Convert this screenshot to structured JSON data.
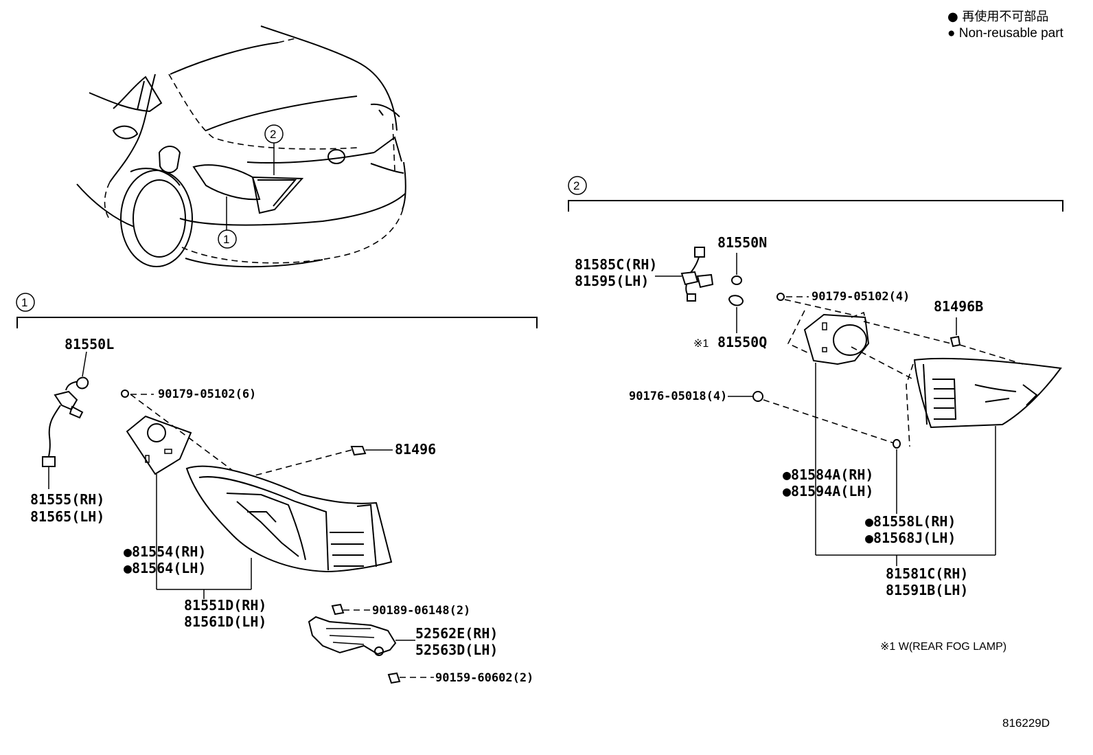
{
  "legend": {
    "jp": "● 再使用不可部品",
    "en": "● Non-reusable part"
  },
  "drawing_code": "816229D",
  "footnote": "※1 W(REAR FOG LAMP)",
  "callouts": {
    "one": "1",
    "two": "2"
  },
  "section1": {
    "marker": "1",
    "labels": {
      "p81550L": "81550L",
      "p90179_6": "90179-05102(6)",
      "p81496": "81496",
      "p81555": "81555(RH)",
      "p81565": "81565(LH)",
      "p81554": "●81554(RH)",
      "p81564": "●81564(LH)",
      "p81551D": "81551D(RH)",
      "p81561D": "81561D(LH)",
      "p90189": "90189-06148(2)",
      "p52562E": "52562E(RH)",
      "p52563D": "52563D(LH)",
      "p90159": "90159-60602(2)"
    }
  },
  "section2": {
    "marker": "2",
    "labels": {
      "p81550N": "81550N",
      "p81585C": "81585C(RH)",
      "p81595": "81595(LH)",
      "p90179_4": "90179-05102(4)",
      "p81496B": "81496B",
      "p81550Q_mark": "※1",
      "p81550Q": "81550Q",
      "p90176": "90176-05018(4)",
      "p81584A": "●81584A(RH)",
      "p81594A": "●81594A(LH)",
      "p81558L": "●81558L(RH)",
      "p81568J": "●81568J(LH)",
      "p81581C": "81581C(RH)",
      "p81591B": "81591B(LH)"
    }
  }
}
